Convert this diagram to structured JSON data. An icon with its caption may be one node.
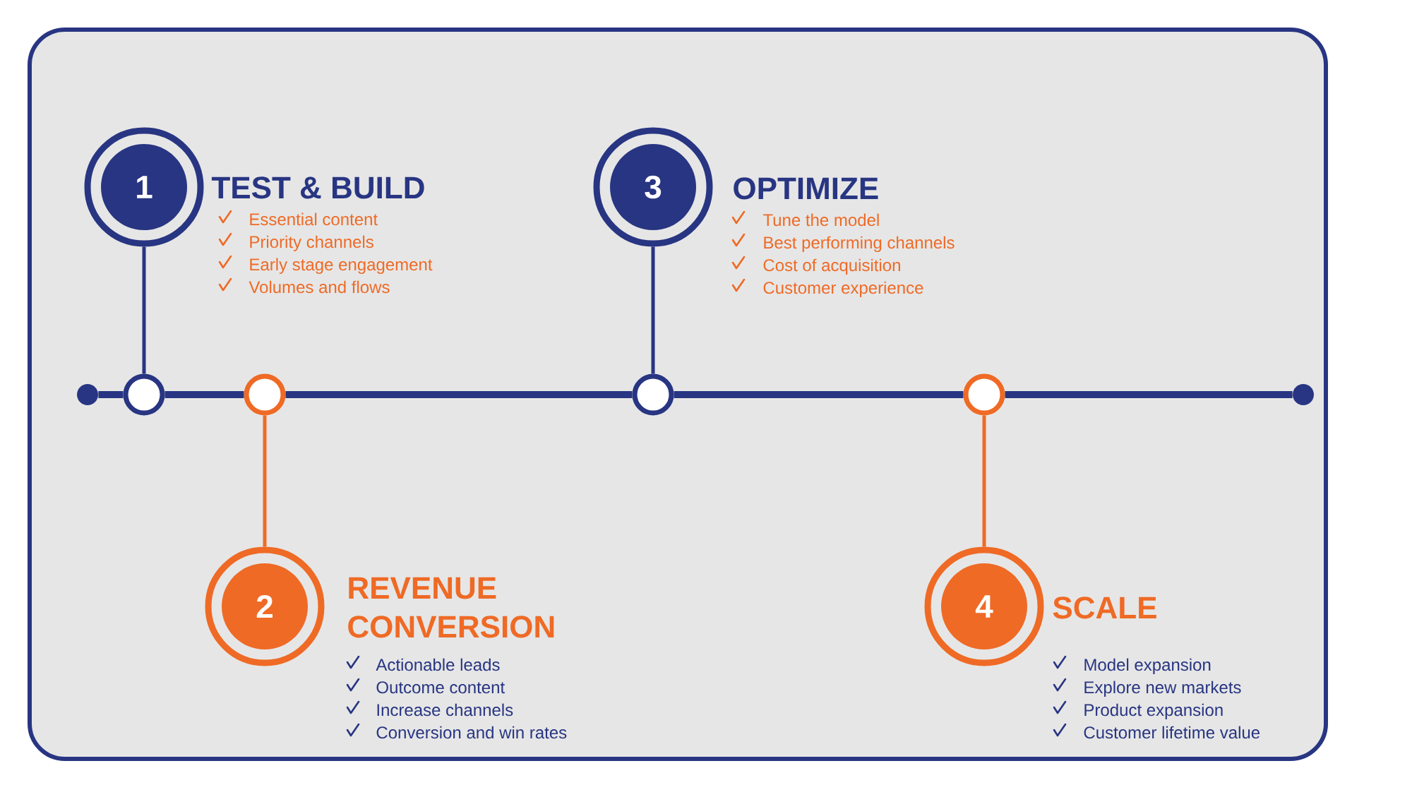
{
  "diagram": {
    "nodes": [
      {
        "text": [
          "1",
          "TEST & BUILD",
          "Essential content",
          "Priority channels",
          "Early stage engagement",
          "Volumes and flows"
        ]
      },
      {
        "text": [
          "3",
          "OPTIMIZE",
          "Tune the model",
          "Best performing channels",
          "Cost of acquisition",
          "Customer experience"
        ]
      },
      {
        "text": [],
        "shape": "circle"
      },
      {
        "text": [],
        "shape": "circle"
      },
      {
        "text": [],
        "shape": "circle"
      },
      {
        "text": [],
        "shape": "circle"
      },
      {
        "text": [],
        "shape": "circle"
      },
      {
        "text": [],
        "shape": "circle"
      },
      {
        "text": [
          "2",
          "REVENUE CONVERSION",
          "Actionable leads",
          "Outcome content",
          "Increase channels",
          "Conversion and win rates"
        ]
      },
      {
        "text": [
          "4",
          "SCALE",
          "Model expansion",
          "Explore new markets",
          "Product expansion",
          "Customer lifetime value"
        ]
      }
    ],
    "edges": [
      {
        "from": 2,
        "to": 3,
        "arrow": "none"
      },
      {
        "from": 3,
        "to": 4,
        "arrow": "none"
      },
      {
        "from": 4,
        "to": 5,
        "arrow": "none"
      },
      {
        "from": 5,
        "to": 6,
        "arrow": "none"
      },
      {
        "from": 6,
        "to": 7,
        "arrow": "none"
      },
      {
        "from": 0,
        "to": 3,
        "arrow": "none"
      },
      {
        "from": 1,
        "to": 5,
        "arrow": "none"
      },
      {
        "from": 8,
        "to": 4,
        "arrow": "none",
        "color": "#ef6a25"
      },
      {
        "from": 9,
        "to": 6,
        "arrow": "none",
        "color": "#ef6a25"
      }
    ]
  }
}
